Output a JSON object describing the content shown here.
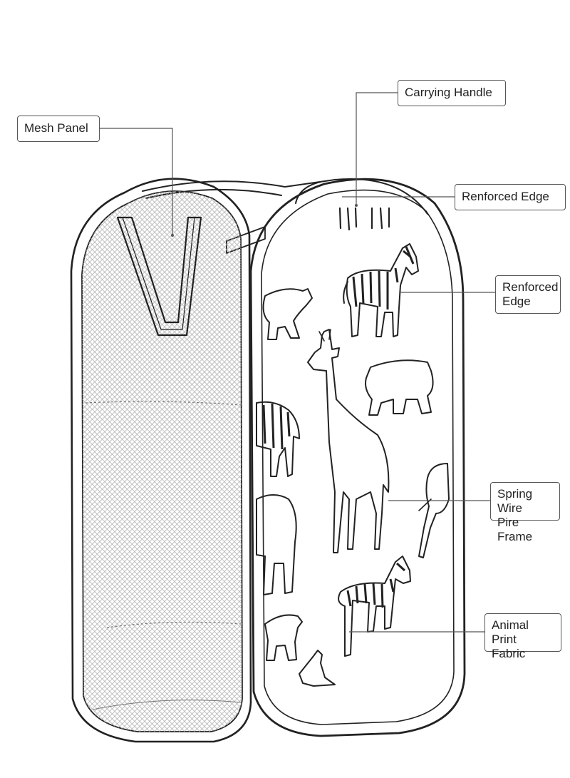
{
  "labels": {
    "mesh_panel": "Mesh Panel",
    "carrying_handle": "Carrying Handle",
    "reinforced_edge_top": "Renforced Edge",
    "reinforced_edge_side": "Renforced\n Edge",
    "spring_wire_frame": "Spring Wire\nPire Frame",
    "animal_print_fabric": "Animal Print\n Fabric"
  },
  "colors": {
    "line": "#222222",
    "leader": "#555555",
    "mesh": "#9a9a9a",
    "background": "#ffffff"
  }
}
